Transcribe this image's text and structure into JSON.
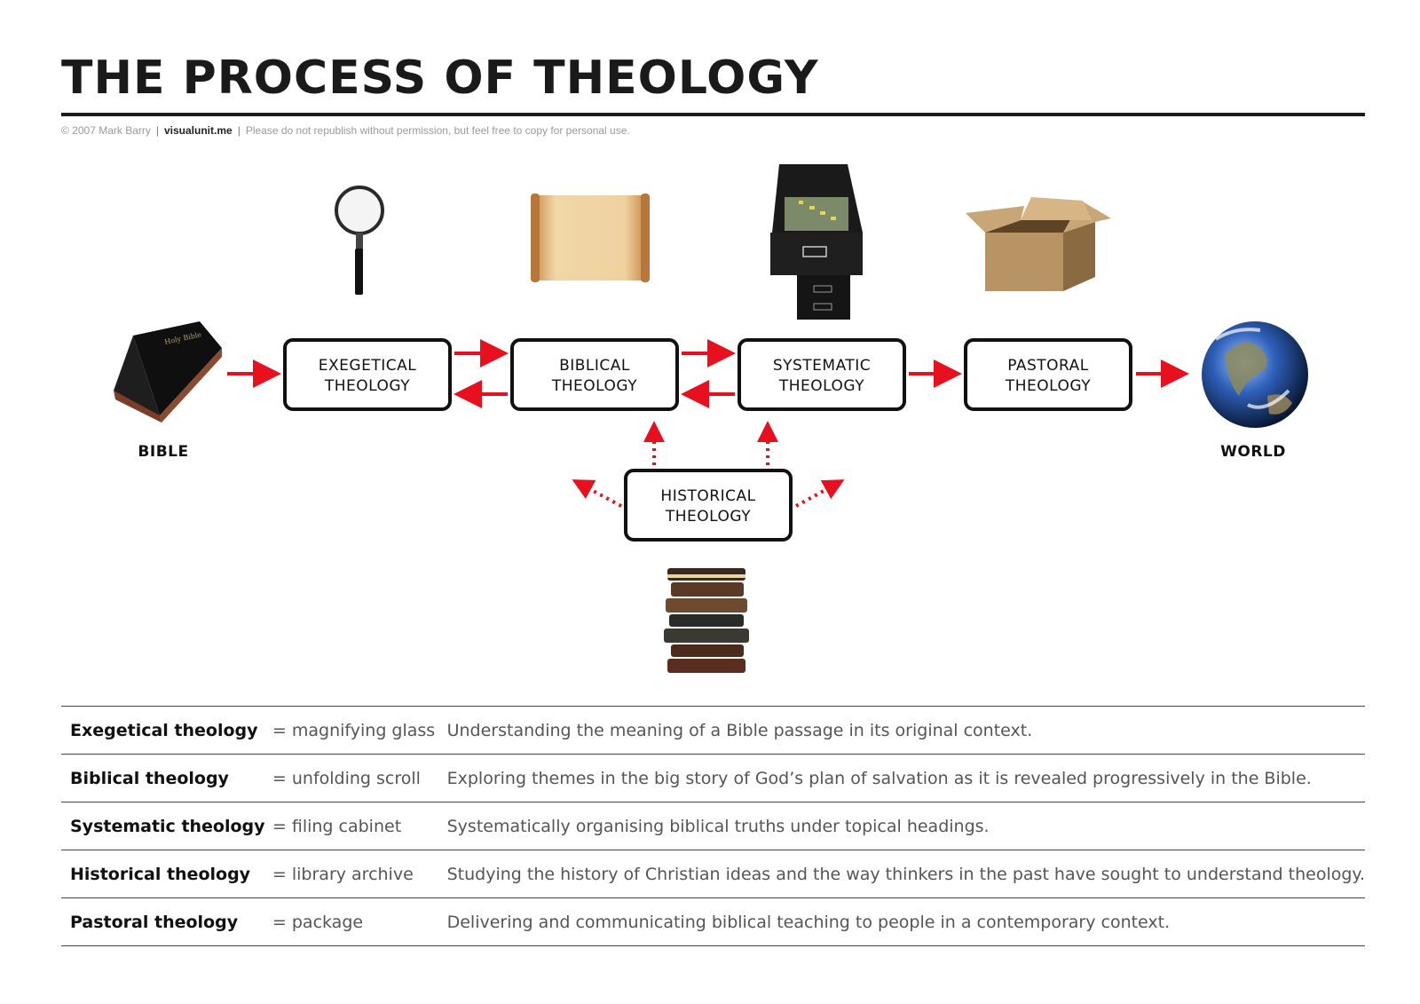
{
  "header": {
    "title": "THE PROCESS OF THEOLOGY",
    "copyright": "© 2007 Mark Barry",
    "site": "visualunit.me",
    "notice": "Please do not republish without permission, but feel free to copy for personal use."
  },
  "diagram": {
    "start_label": "BIBLE",
    "end_label": "WORLD",
    "bible_cover_text": "Holy Bible",
    "nodes": {
      "exegetical": {
        "line1": "EXEGETICAL",
        "line2": "THEOLOGY",
        "icon": "magnifying-glass-icon"
      },
      "biblical": {
        "line1": "BIBLICAL",
        "line2": "THEOLOGY",
        "icon": "scroll-icon"
      },
      "systematic": {
        "line1": "SYSTEMATIC",
        "line2": "THEOLOGY",
        "icon": "filing-cabinet-icon"
      },
      "pastoral": {
        "line1": "PASTORAL",
        "line2": "THEOLOGY",
        "icon": "package-icon"
      },
      "historical": {
        "line1": "HISTORICAL",
        "line2": "THEOLOGY",
        "icon": "book-stack-icon"
      }
    },
    "arrow_color": "#e8101e"
  },
  "legend": [
    {
      "name": "Exegetical theology",
      "symbol": "= magnifying glass",
      "description": "Understanding the meaning of a Bible passage in its original context."
    },
    {
      "name": "Biblical theology",
      "symbol": "= unfolding scroll",
      "description": "Exploring themes in the big story of God’s plan of salvation as it is revealed progressively in the Bible."
    },
    {
      "name": "Systematic theology",
      "symbol": "= filing cabinet",
      "description": "Systematically organising biblical truths under topical headings."
    },
    {
      "name": "Historical theology",
      "symbol": "= library archive",
      "description": "Studying the history of Christian ideas and the way thinkers in the past have sought to understand theology."
    },
    {
      "name": "Pastoral theology",
      "symbol": "= package",
      "description": "Delivering and communicating biblical teaching to people in a contemporary context."
    }
  ]
}
